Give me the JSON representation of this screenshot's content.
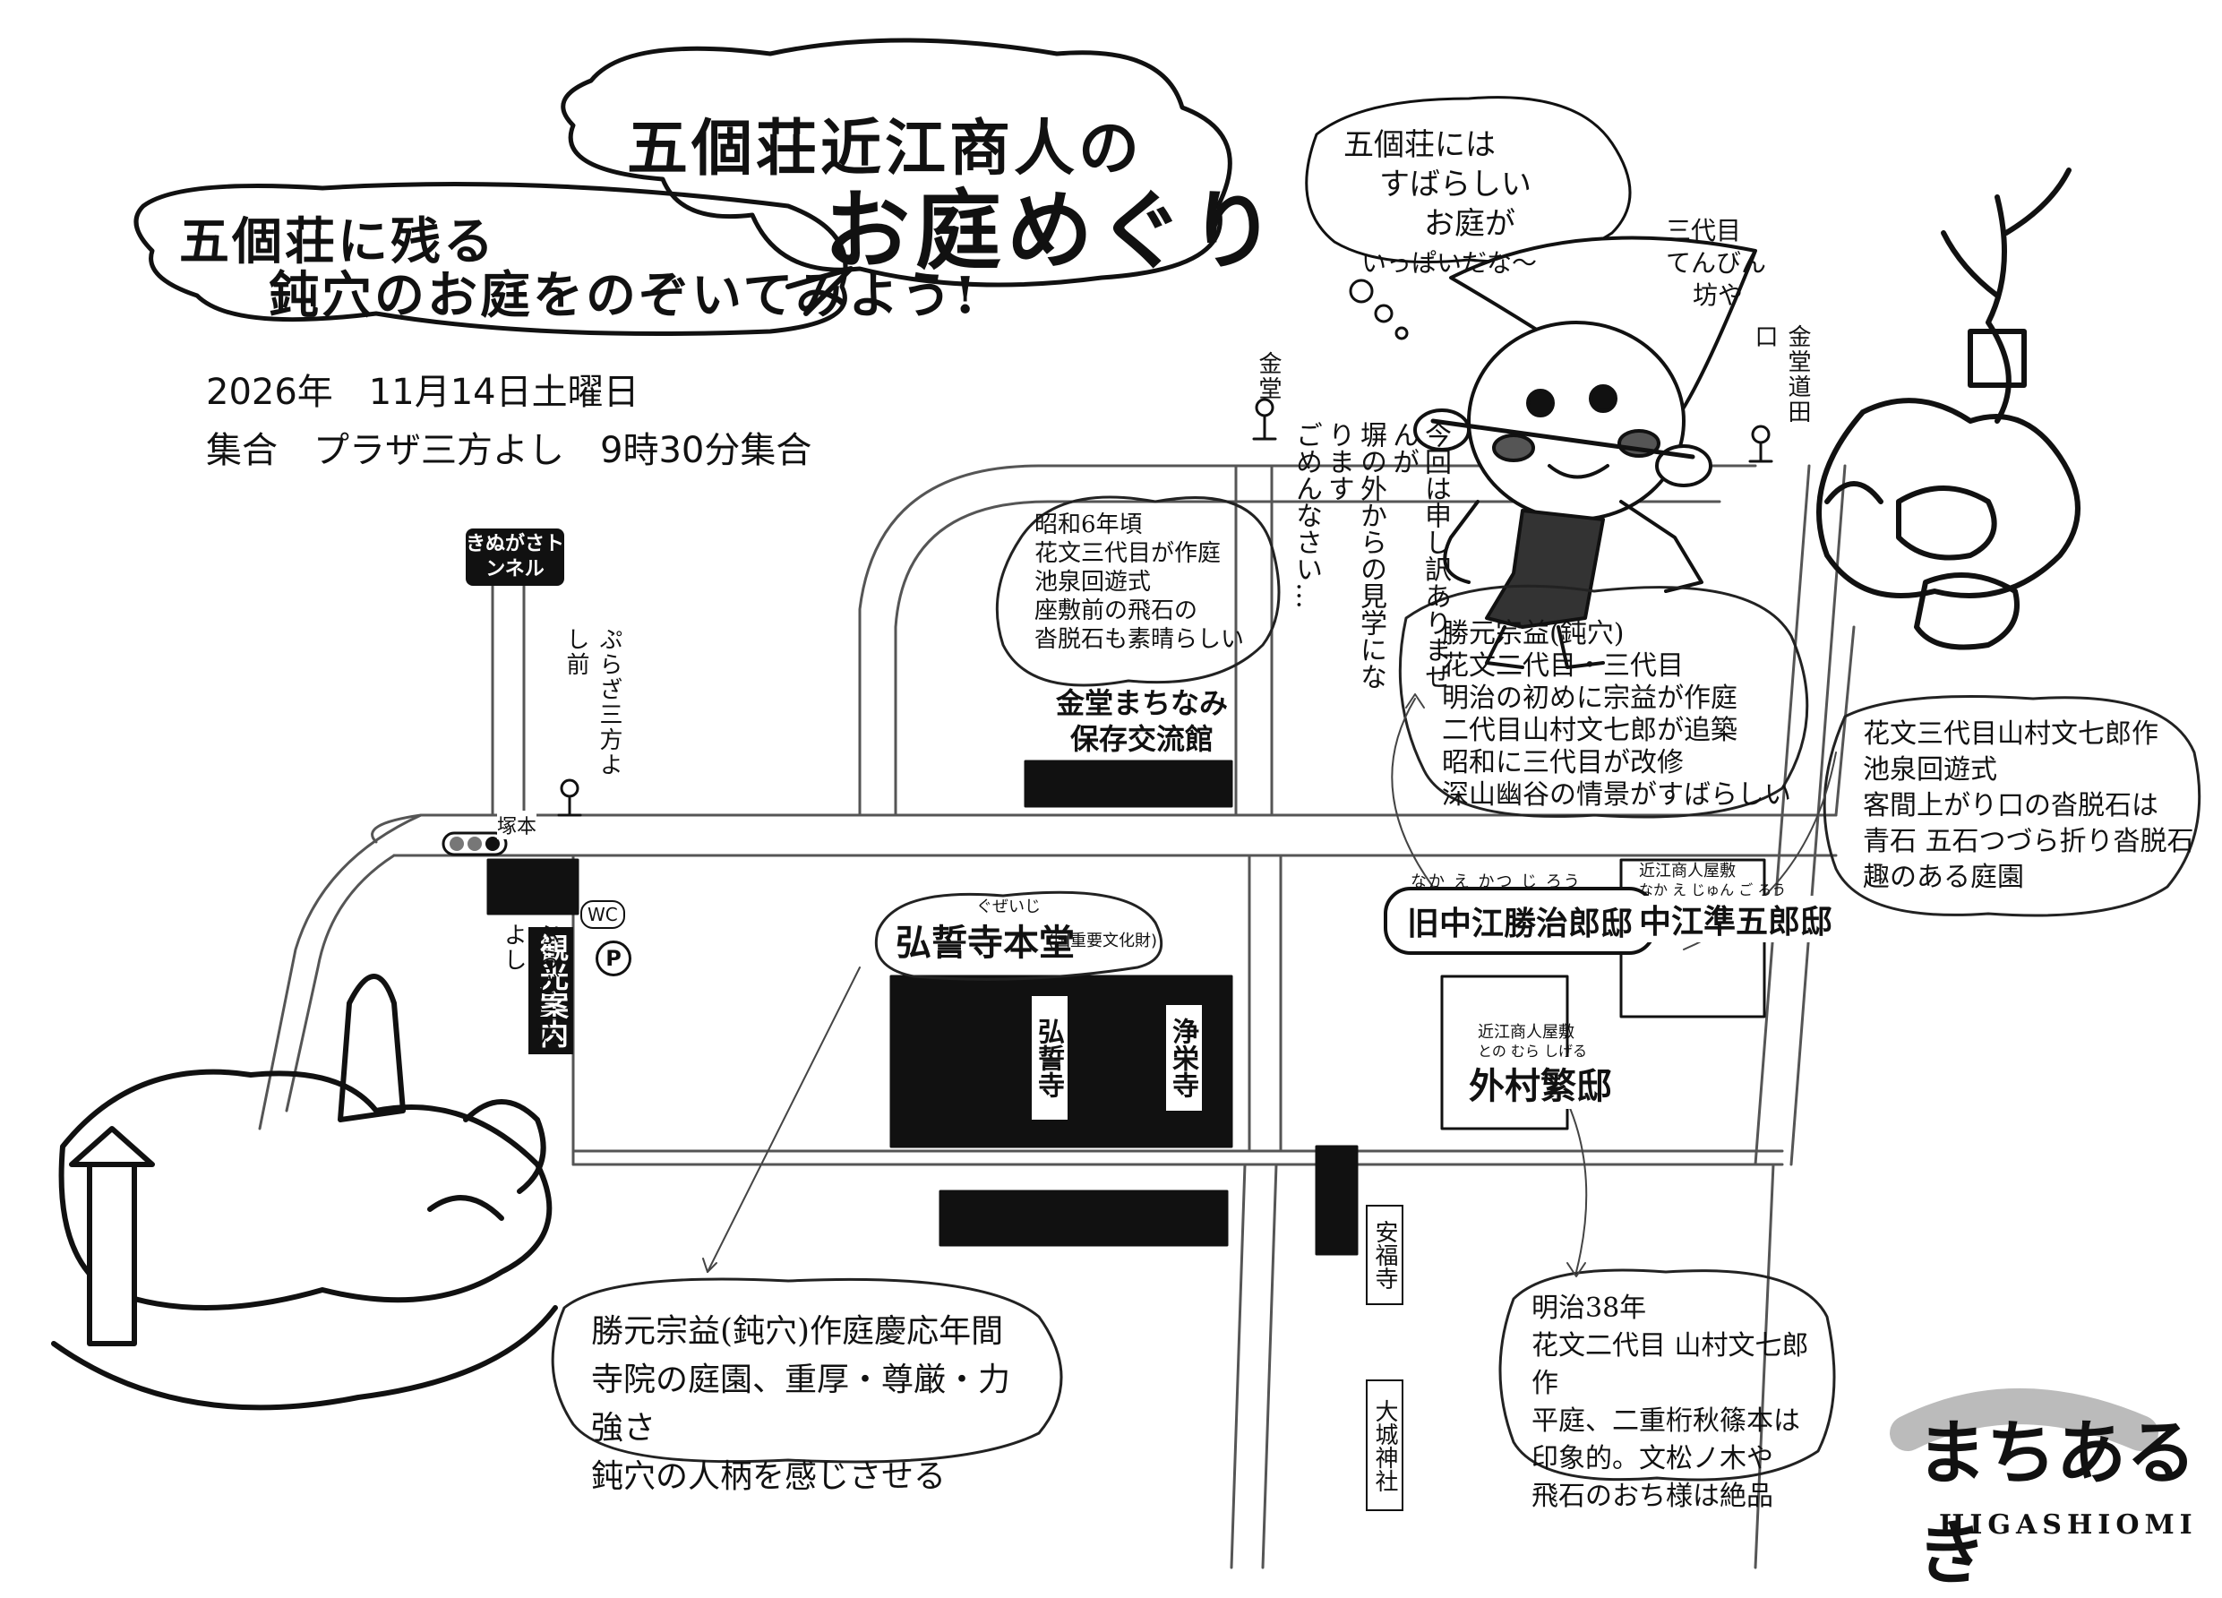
{
  "title": {
    "line1": "五個荘近江商人の",
    "line2": "お庭めぐり"
  },
  "subtitle": {
    "line1": "五個荘に残る",
    "line2": "鈍穴のお庭をのぞいてみよう!"
  },
  "event": {
    "date": "2026年　11月14日土曜日",
    "meeting": "集合　プラザ三方よし　9時30分集合"
  },
  "character": {
    "thought": [
      "五個荘には",
      "すばらしい",
      "お庭が",
      "いっぱいだな〜"
    ],
    "name": [
      "三代目",
      "てんびん",
      "坊や"
    ],
    "apology": [
      "今回は申し訳ありませんが",
      "塀の外からの見学になります",
      "ごめんなさい…"
    ]
  },
  "stops": {
    "kindou_bus": "金堂",
    "kindou_michida_bus": "金堂道田口",
    "kinugasa_tunnel": "きぬがさトンネル",
    "plaza_bus": "ぷらざ三方よし前",
    "tsukamoto": "塚本",
    "tourist_info": "観光案内所",
    "plaza": "ぷらざ三方よし",
    "wc": "WC",
    "parking": "P"
  },
  "places": {
    "hozon_kouryukan": "金堂まちなみ保存交流館",
    "guzeiji_reading": "ぐぜいじ",
    "guzeiji_hondo": "弘誓寺本堂",
    "guzeiji_hondo_note": "(国重要文化財)",
    "guzeiji": "弘誓寺",
    "jouei_ji": "浄栄寺",
    "anpuku_ji": "安福寺",
    "oshiro_jinja": "大城神社",
    "nakae_katsujiro_reading": "なか え かつ じ ろう",
    "nakae_katsujiro": "旧中江勝治郎邸",
    "nakae_jungoro_header": "近江商人屋敷",
    "nakae_jungoro_reading": "なか え じゅん ご ろう",
    "nakae_jungoro": "中江準五郎邸",
    "tonomura_header": "近江商人屋敷",
    "tonomura_reading": "との むら しげる",
    "tonomura": "外村繁邸"
  },
  "notes": {
    "showa6": [
      "昭和6年頃",
      "花文三代目が作庭",
      "池泉回遊式",
      "座敷前の飛石の",
      "沓脱石も素晴らしい"
    ],
    "katsumoto": [
      "勝元宗益(鈍穴)",
      "花文二代目・三代目",
      "明治の初めに宗益が作庭",
      "二代目山村文七郎が追築",
      "昭和に三代目が改修",
      "深山幽谷の情景がすばらしい"
    ],
    "hanabun3": [
      "花文三代目山村文七郎作",
      "池泉回遊式",
      "客間上がり口の沓脱石は",
      "青石 五石つづら折り沓脱石",
      "趣のある庭園"
    ],
    "keiou": [
      "勝元宗益(鈍穴)作庭慶応年間",
      "寺院の庭園、重厚・尊厳・力強さ",
      "鈍穴の人柄を感じさせる"
    ],
    "meiji38": [
      "明治38年",
      "花文二代目 山村文七郎作",
      "平庭、二重桁秋篠本は",
      "印象的。文松ノ木や",
      "飛石のおち様は絶品"
    ]
  },
  "logo": {
    "main": "まちあるき",
    "sub": "HIGASHIOMI"
  }
}
